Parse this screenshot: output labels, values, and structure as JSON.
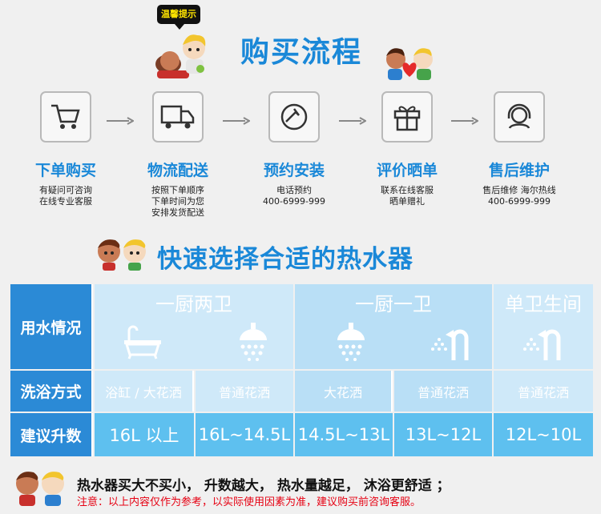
{
  "badge": "温馨提示",
  "title": "购买流程",
  "steps": [
    {
      "label": "下单购买",
      "desc": [
        "有疑问可咨询",
        "在线专业客服"
      ],
      "icon": "cart-icon"
    },
    {
      "label": "物流配送",
      "desc": [
        "按照下单顺序",
        "下单时间为您",
        "安排发货配送"
      ],
      "icon": "truck-icon"
    },
    {
      "label": "预约安装",
      "desc": [
        "电话预约",
        "400-6999-999"
      ],
      "icon": "wrench-icon"
    },
    {
      "label": "评价晒单",
      "desc": [
        "联系在线客服",
        "晒单赠礼"
      ],
      "icon": "gift-icon"
    },
    {
      "label": "售后维护",
      "desc": [
        "售后维修  海尔热线",
        "400-6999-999"
      ],
      "icon": "headset-icon"
    }
  ],
  "section_title": "快速选择合适的热水器",
  "table": {
    "row_headers": [
      "用水情况",
      "洗浴方式",
      "建议升数"
    ],
    "groups": [
      "一厨两卫",
      "一厨一卫",
      "单卫生间"
    ],
    "methods": [
      "浴缸 / 大花洒",
      "普通花洒",
      "大花洒",
      "普通花洒",
      "普通花洒"
    ],
    "volumes": [
      "16L 以上",
      "16L~14.5L",
      "14.5L~13L",
      "13L~12L",
      "12L~10L"
    ],
    "icons": [
      "bathtub-icon",
      "shower-icon",
      "shower-icon",
      "handheld-shower-icon",
      "handheld-shower-icon"
    ]
  },
  "footer": {
    "line1": "热水器买大不买小，   升数越大，  热水量越足，  沐浴更舒适 ；",
    "line2": "注意：以上内容仅作为参考，以实际使用因素为准，建议购买前咨询客服。"
  },
  "colors": {
    "accent": "#1a88d8",
    "table_header": "#2b8ad6",
    "table_light": "#5ec0ef",
    "warning": "#e60012"
  }
}
